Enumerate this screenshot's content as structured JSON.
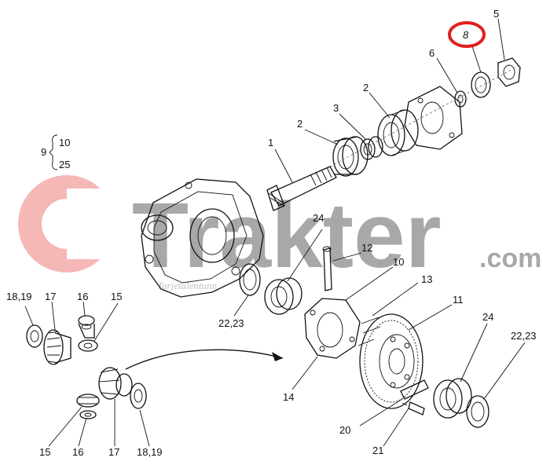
{
  "watermark": {
    "brand": "Trakter",
    "suffix": ".com",
    "tagline": "Tarjetalentunn",
    "text_color": "#8c8c8c",
    "logo_color": "#f08a8a"
  },
  "highlight": {
    "label": "8",
    "ring_color": "#e02020"
  },
  "group_label": {
    "main": "9",
    "sub_top": "10",
    "sub_bottom": "25"
  },
  "callouts": {
    "p1": "1",
    "p2a": "2",
    "p2b": "2",
    "p3": "3",
    "p5": "5",
    "p6": "6",
    "p10": "10",
    "p11": "11",
    "p12": "12",
    "p13": "13",
    "p14": "14",
    "p15a": "15",
    "p15b": "15",
    "p16a": "16",
    "p16b": "16",
    "p17a": "17",
    "p17b": "17",
    "p1819a": "18,19",
    "p1819b": "18,19",
    "p20": "20",
    "p21": "21",
    "p2223a": "22,23",
    "p2223b": "22,23",
    "p24a": "24",
    "p24b": "24"
  }
}
